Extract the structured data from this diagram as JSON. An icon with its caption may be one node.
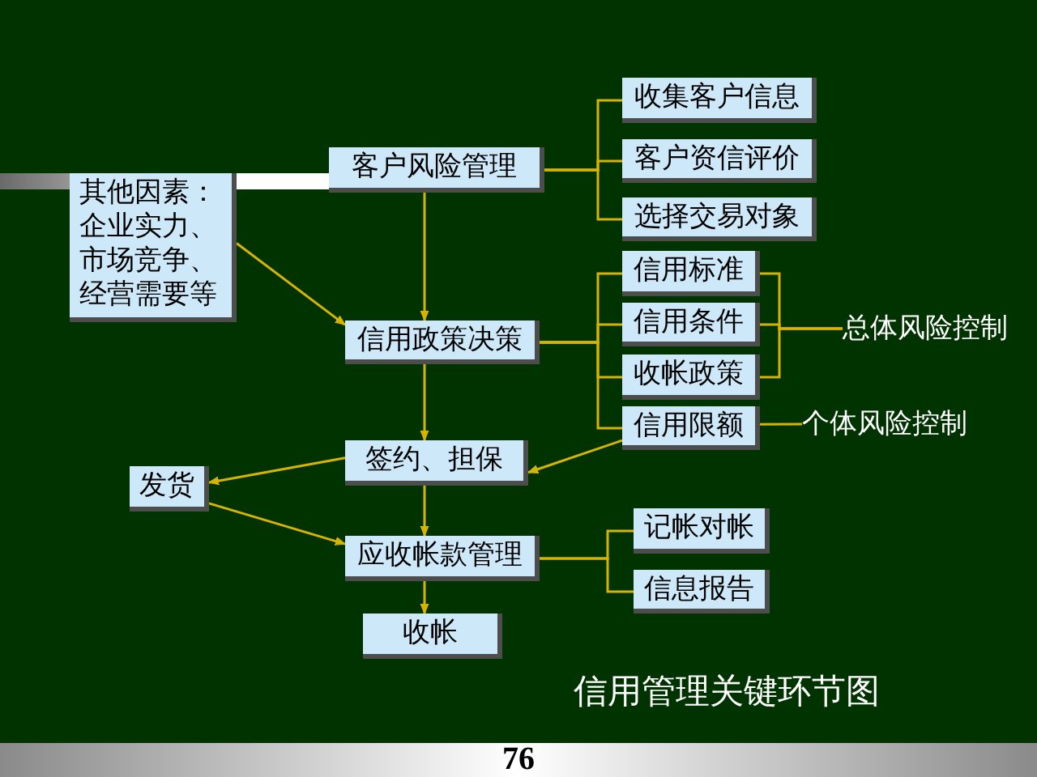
{
  "diagram": {
    "caption": "信用管理关键环节图",
    "nodes": [
      {
        "text": [
          "客户风险管理"
        ]
      },
      {
        "text": [
          "收集客户信息"
        ]
      },
      {
        "text": [
          "客户资信评价"
        ]
      },
      {
        "text": [
          "选择交易对象"
        ]
      },
      {
        "text": [
          "其他因素：企业实力、市场竞争、经营需要等"
        ]
      },
      {
        "text": [
          "信用政策决策"
        ]
      },
      {
        "text": [
          "信用标准"
        ]
      },
      {
        "text": [
          "信用条件"
        ]
      },
      {
        "text": [
          "收帐政策"
        ]
      },
      {
        "text": [
          "信用限额"
        ]
      },
      {
        "text": [
          "总体风险控制"
        ]
      },
      {
        "text": [
          "个体风险控制"
        ]
      },
      {
        "text": [
          "签约、担保"
        ]
      },
      {
        "text": [
          "发货"
        ]
      },
      {
        "text": [
          "应收帐款管理"
        ]
      },
      {
        "text": [
          "记帐对帐"
        ]
      },
      {
        "text": [
          "信息报告"
        ]
      },
      {
        "text": [
          "收帐"
        ]
      }
    ],
    "edges": [
      {
        "from": 0,
        "to": 1,
        "arrow": "none"
      },
      {
        "from": 0,
        "to": 2,
        "arrow": "none"
      },
      {
        "from": 0,
        "to": 3,
        "arrow": "none"
      },
      {
        "from": 0,
        "to": 5,
        "arrow": "to"
      },
      {
        "from": 4,
        "to": 5,
        "arrow": "to"
      },
      {
        "from": 5,
        "to": 6,
        "arrow": "none"
      },
      {
        "from": 5,
        "to": 7,
        "arrow": "none"
      },
      {
        "from": 5,
        "to": 8,
        "arrow": "none"
      },
      {
        "from": 5,
        "to": 9,
        "arrow": "none"
      },
      {
        "from": 6,
        "to": 10,
        "arrow": "none"
      },
      {
        "from": 7,
        "to": 10,
        "arrow": "none"
      },
      {
        "from": 8,
        "to": 10,
        "arrow": "none"
      },
      {
        "from": 9,
        "to": 11,
        "arrow": "none"
      },
      {
        "from": 5,
        "to": 12,
        "arrow": "to"
      },
      {
        "from": 9,
        "to": 12,
        "arrow": "to"
      },
      {
        "from": 12,
        "to": 13,
        "arrow": "to"
      },
      {
        "from": 13,
        "to": 14,
        "arrow": "to"
      },
      {
        "from": 12,
        "to": 14,
        "arrow": "to"
      },
      {
        "from": 14,
        "to": 15,
        "arrow": "none"
      },
      {
        "from": 14,
        "to": 16,
        "arrow": "none"
      },
      {
        "from": 14,
        "to": 17,
        "arrow": "to"
      }
    ],
    "labels": [
      "76"
    ]
  }
}
